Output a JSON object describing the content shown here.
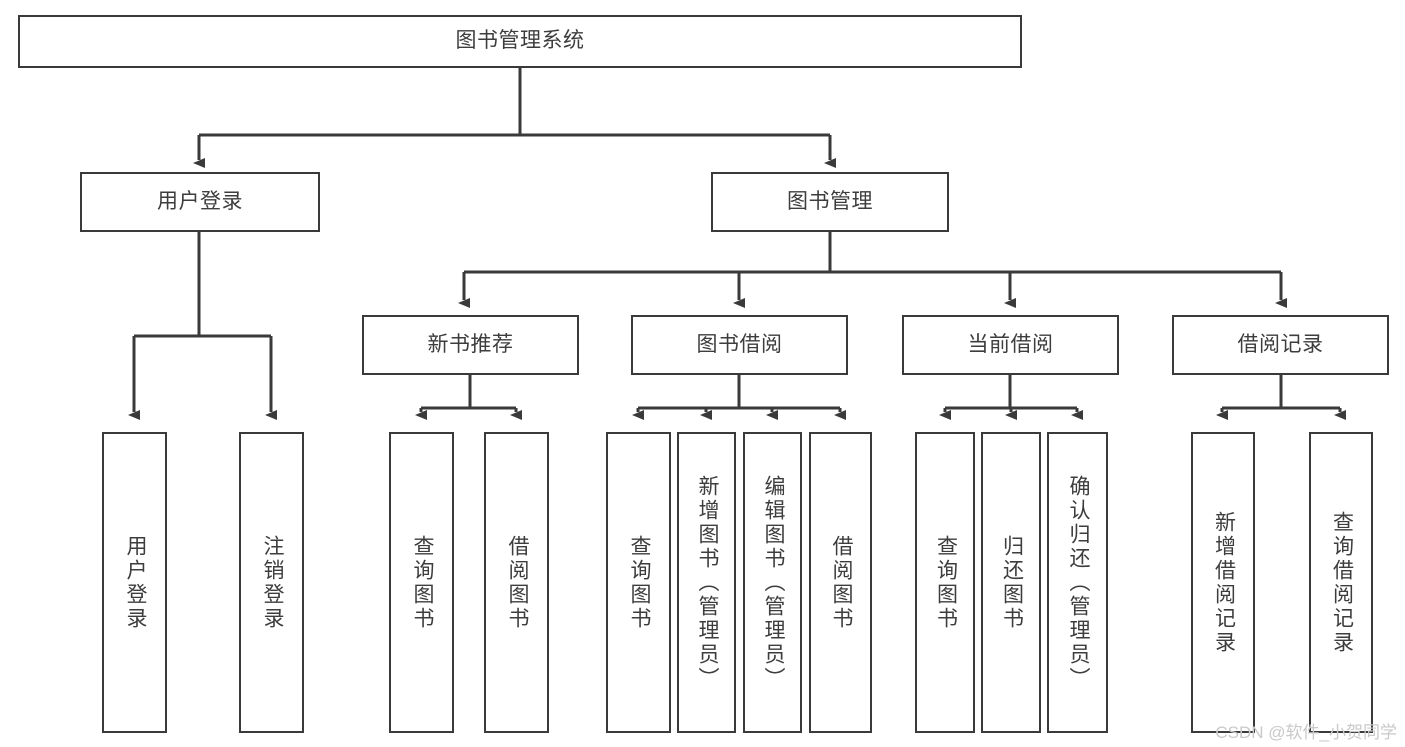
{
  "diagram": {
    "title": "图书管理系统",
    "type": "tree-hierarchy",
    "colors": {
      "stroke": "#3a3a3a",
      "text": "#3d3d3d",
      "background": "#ffffff",
      "watermark": "#c9c9c9"
    },
    "root": {
      "label": "图书管理系统"
    },
    "level2": [
      {
        "label": "用户登录"
      },
      {
        "label": "图书管理"
      }
    ],
    "level3": [
      {
        "label": "新书推荐"
      },
      {
        "label": "图书借阅"
      },
      {
        "label": "当前借阅"
      },
      {
        "label": "借阅记录"
      }
    ],
    "leaves": {
      "user_login": [
        {
          "label": "用户登录"
        },
        {
          "label": "注销登录"
        }
      ],
      "new_book_recommend": [
        {
          "label": "查询图书"
        },
        {
          "label": "借阅图书"
        }
      ],
      "book_borrow": [
        {
          "label": "查询图书"
        },
        {
          "label": "新增图书（管理员）"
        },
        {
          "label": "编辑图书（管理员）"
        },
        {
          "label": "借阅图书"
        }
      ],
      "current_borrow": [
        {
          "label": "查询图书"
        },
        {
          "label": "归还图书"
        },
        {
          "label": "确认归还（管理员）"
        }
      ],
      "borrow_records": [
        {
          "label": "新增借阅记录"
        },
        {
          "label": "查询借阅记录"
        }
      ]
    },
    "watermark": "CSDN @软件_小贺同学"
  }
}
